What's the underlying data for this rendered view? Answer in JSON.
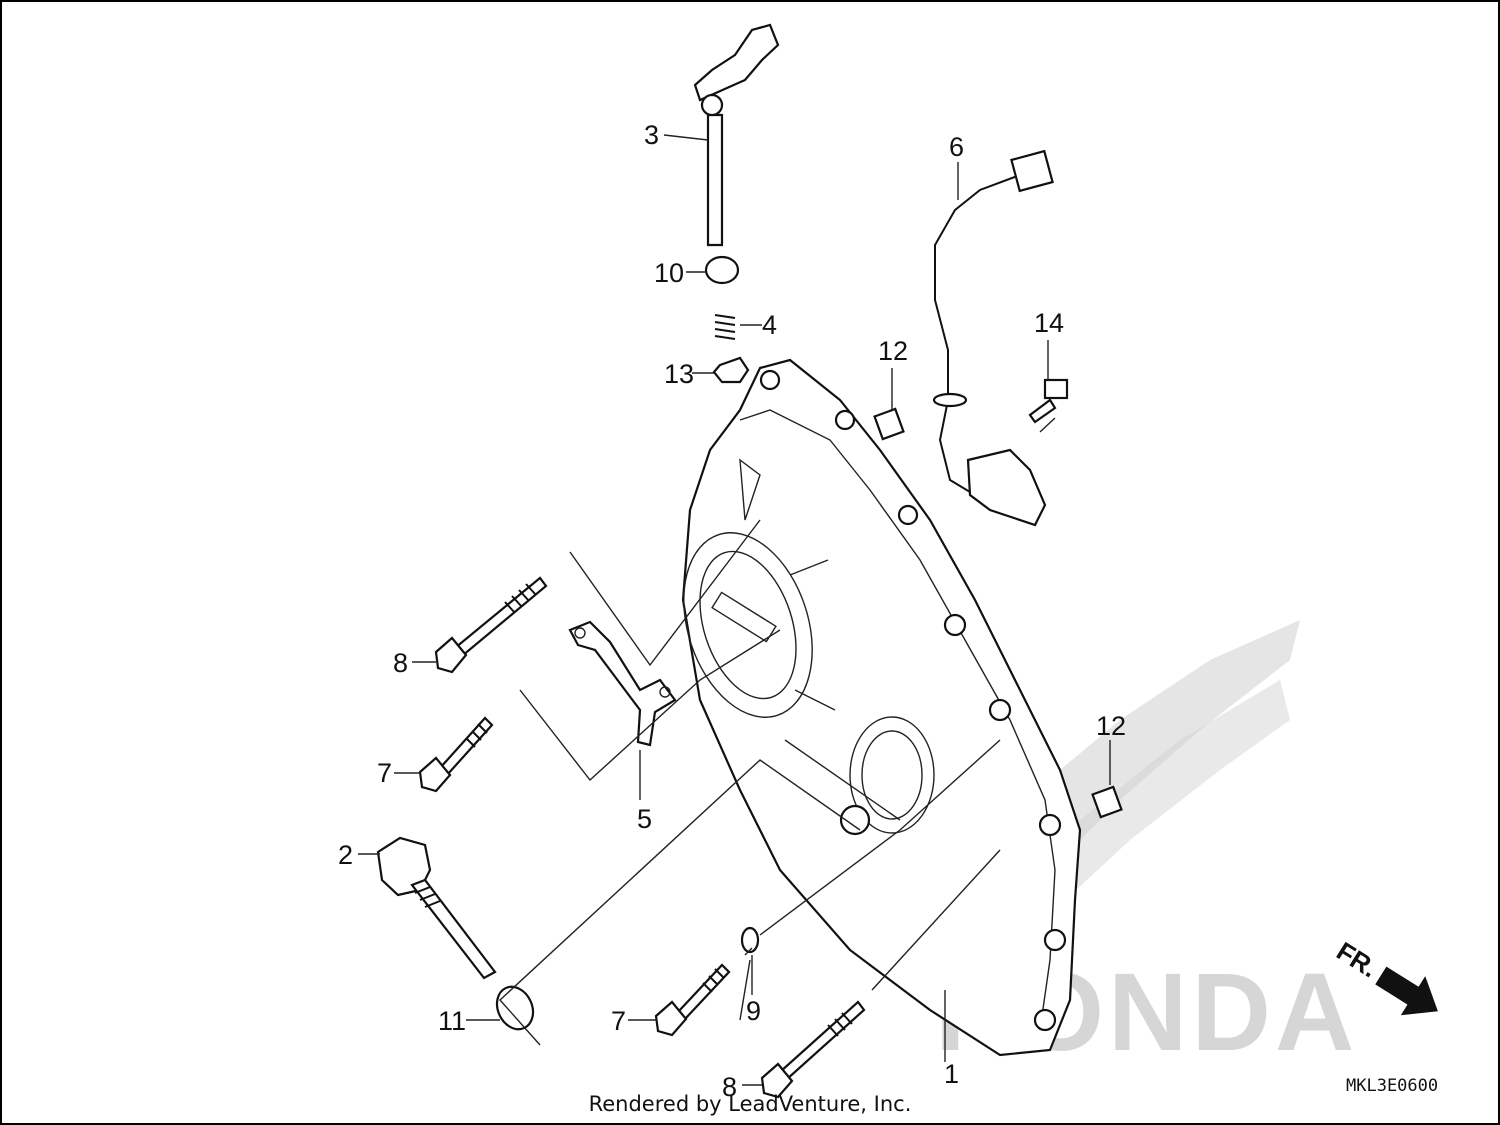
{
  "callouts": {
    "c1": "1",
    "c2": "2",
    "c3": "3",
    "c4": "4",
    "c5": "5",
    "c6": "6",
    "c7a": "7",
    "c7b": "7",
    "c8a": "8",
    "c8b": "8",
    "c9": "9",
    "c10": "10",
    "c11": "11",
    "c12a": "12",
    "c12b": "12",
    "c13": "13",
    "c14": "14"
  },
  "front_label": "FR.",
  "diagram_code": "MKL3E0600",
  "footer_text": "Rendered by LeadVenture, Inc.",
  "brand_watermark": "HONDA",
  "colors": {
    "line": "#111111",
    "watermark": "#cfcfcf",
    "background": "#ffffff"
  }
}
